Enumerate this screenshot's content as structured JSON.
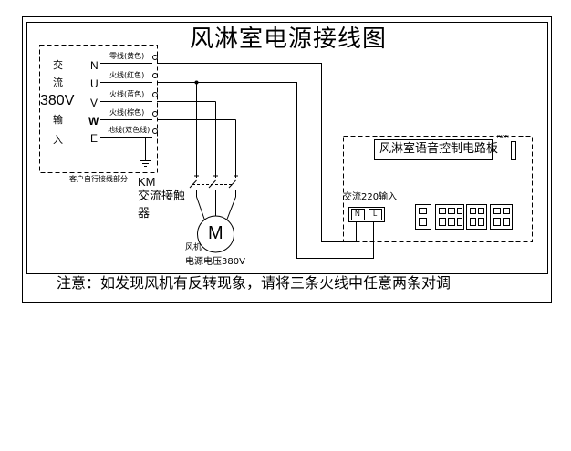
{
  "diagram": {
    "title": "风淋室电源接线图",
    "supply": {
      "vertical_label": [
        "交",
        "流",
        "380V",
        "输",
        "入"
      ],
      "terminals": [
        "N",
        "U",
        "V",
        "W",
        "E"
      ],
      "wire_labels": [
        "零线(黄色)",
        "火线(红色)",
        "火线(蓝色)",
        "火线(棕色)",
        "地线(双色线)"
      ],
      "customer_note": "客户自行接线部分"
    },
    "contactor": {
      "code": "KM",
      "name_line1": "交流接触",
      "name_line2": "器"
    },
    "motor": {
      "symbol": "M",
      "label": "风机",
      "voltage_label": "电源电压380V"
    },
    "control_board": {
      "title": "风淋室语音控制电路板",
      "part_no": "DK-FL",
      "input_label": "交流220输入",
      "input_terminals": [
        "N",
        "L"
      ]
    },
    "note": "注意：如发现风机有反转现象，请将三条火线中任意两条对调"
  }
}
